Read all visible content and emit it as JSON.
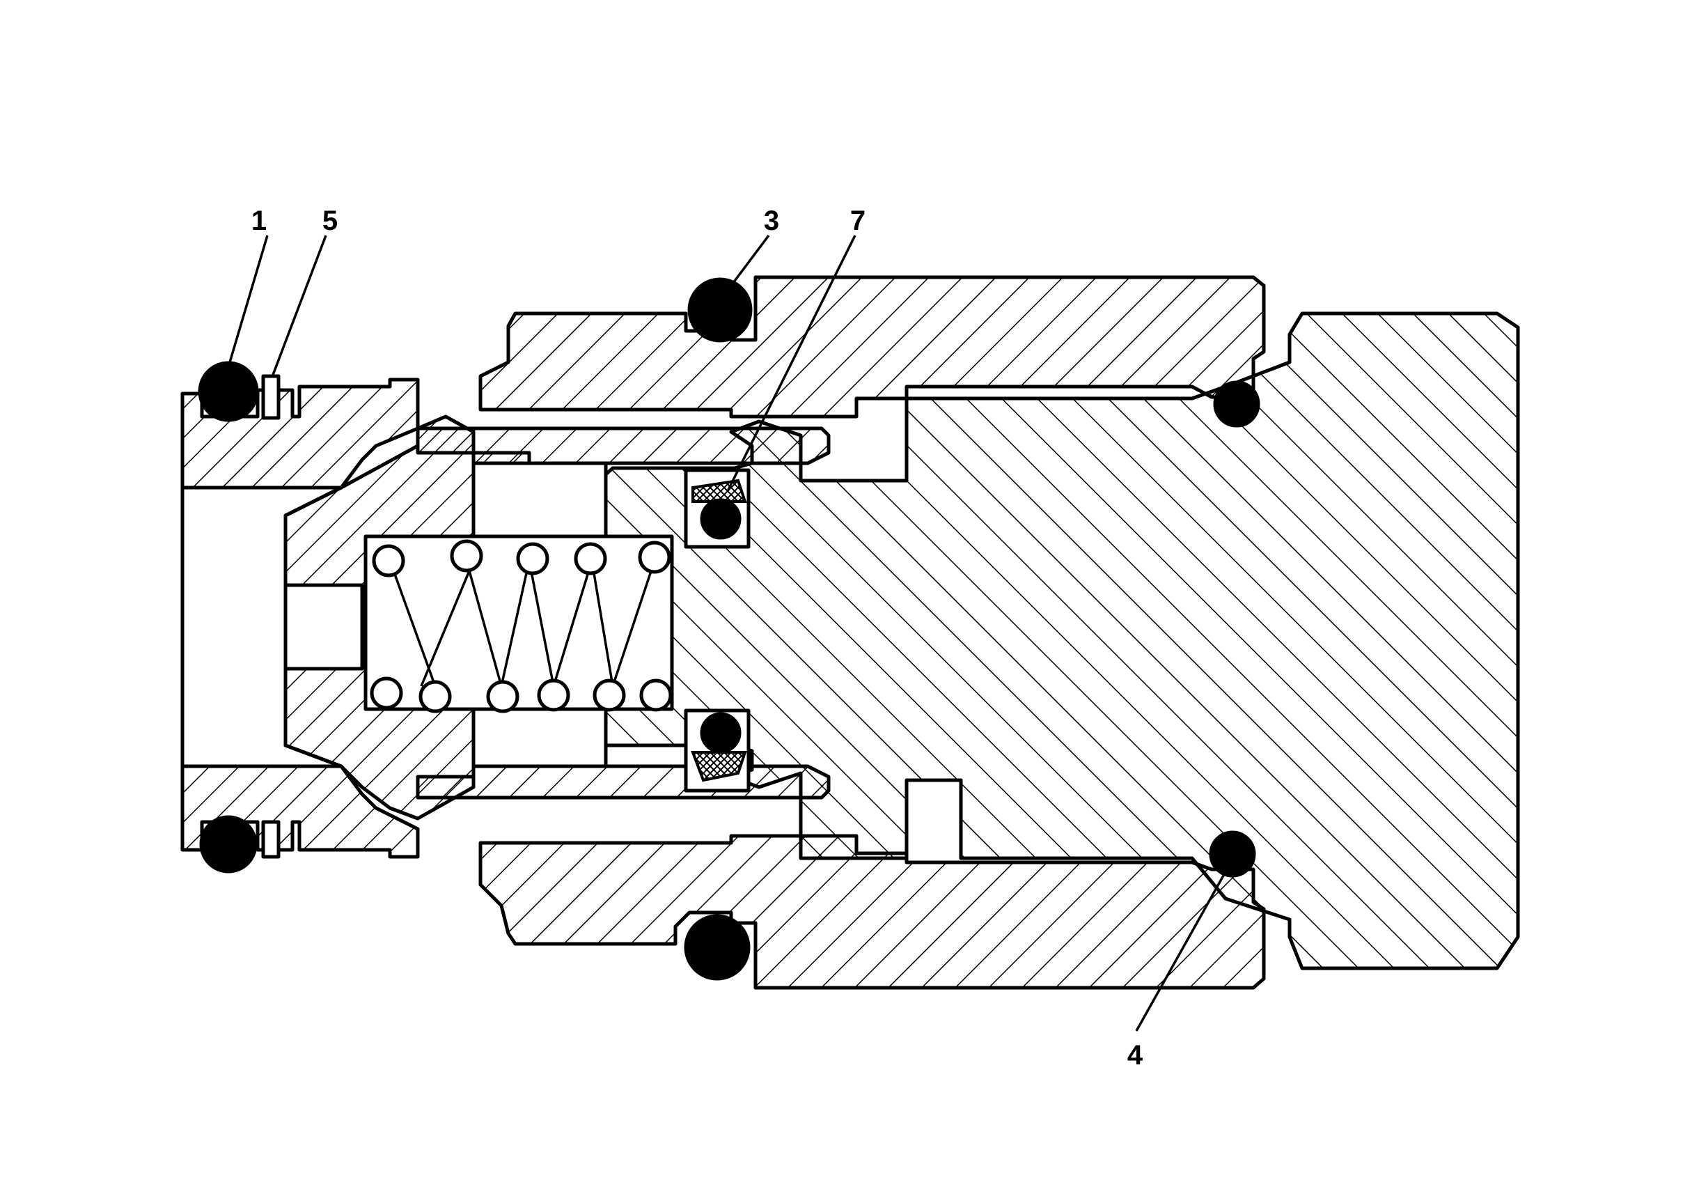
{
  "callouts": [
    {
      "id": "1",
      "label": "1"
    },
    {
      "id": "5",
      "label": "5"
    },
    {
      "id": "3",
      "label": "3"
    },
    {
      "id": "7",
      "label": "7"
    },
    {
      "id": "4",
      "label": "4"
    }
  ],
  "colors": {
    "ink": "#000000",
    "paper": "#ffffff"
  }
}
